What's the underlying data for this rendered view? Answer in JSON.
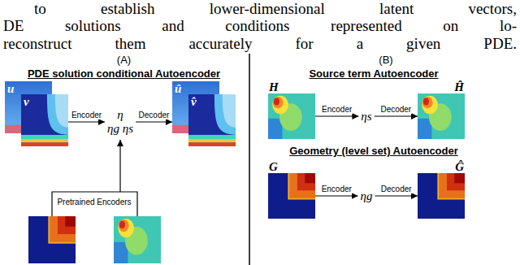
{
  "diagram": {
    "nodes": [
      {
        "text": [
          "(A)",
          "PDE solution conditional Autoencoder"
        ]
      },
      {
        "text": [
          "u"
        ],
        "in": 0
      },
      {
        "text": [
          "v"
        ],
        "in": 0
      },
      {
        "text": [
          "η",
          "ηg ηs"
        ],
        "in": 0
      },
      {
        "text": [
          "û"
        ],
        "in": 0
      },
      {
        "text": [
          "v̂"
        ],
        "in": 0
      },
      {
        "text": [
          "(B)"
        ]
      },
      {
        "text": [
          "H"
        ],
        "in": 6
      },
      {
        "text": [
          "ηs"
        ],
        "in": 6
      },
      {
        "text": [
          "Ĥ"
        ],
        "in": 6
      },
      {
        "text": [
          "G"
        ],
        "in": 6
      },
      {
        "text": [
          "ηg"
        ],
        "in": 6
      },
      {
        "text": [
          "Ĝ"
        ],
        "in": 6
      }
    ],
    "edges": [
      {
        "from": 2,
        "to": 3,
        "arrow": "to",
        "label": "Encoder"
      },
      {
        "from": 3,
        "to": 4,
        "arrow": "to",
        "label": "Decoder"
      },
      {
        "from": 7,
        "to": 8,
        "arrow": "to",
        "label": "Encoder"
      },
      {
        "from": 8,
        "to": 9,
        "arrow": "to",
        "label": "Decoder"
      },
      {
        "from": 10,
        "to": 11,
        "arrow": "to",
        "label": "Encoder"
      },
      {
        "from": 11,
        "to": 12,
        "arrow": "to",
        "label": "Decoder"
      }
    ],
    "labels": [
      "to establish lower-dimensional latent vectors,",
      "DE solutions and conditions represented on lo-",
      "reconstruct them accurately for a given PDE.",
      "Pretrained Encoders",
      "Source term Autoencoder",
      "Geometry (level set) Autoencoder"
    ]
  }
}
